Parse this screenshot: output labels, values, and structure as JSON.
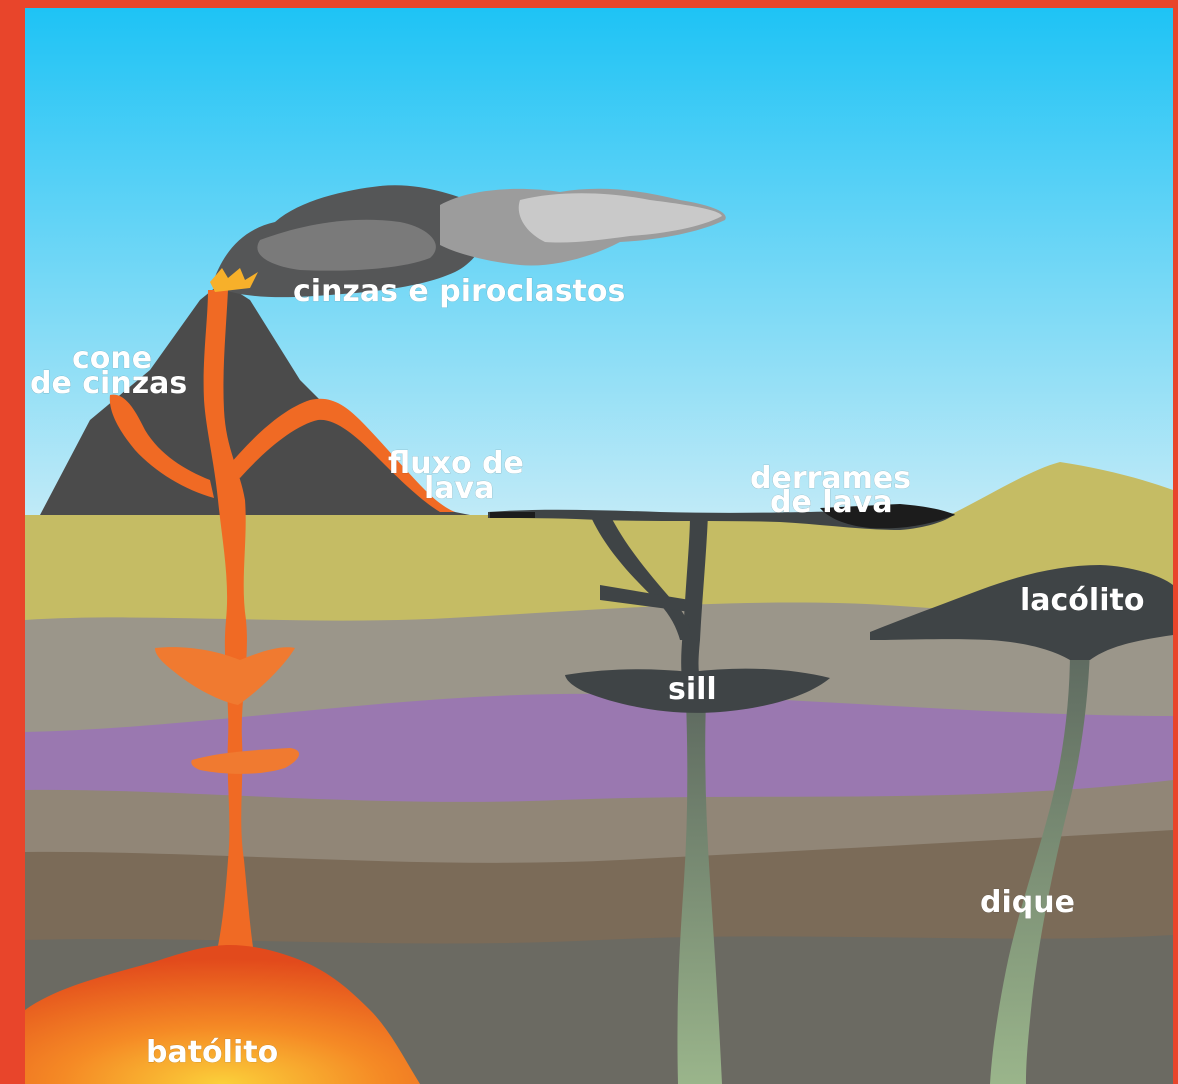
{
  "labels": {
    "ash": "cinzas e piroclastos",
    "cone_line1": "cone",
    "cone_line2": "de cinzas",
    "flow_line1": "fluxo de",
    "flow_line2": "lava",
    "spill_line1": "derrames",
    "spill_line2": "de lava",
    "laccolith": "lacólito",
    "sill": "sill",
    "dike": "dique",
    "batholith": "batólito"
  },
  "colors": {
    "frame": "#e8452b",
    "sky_top": "#1ec3f5",
    "sky_bottom": "#bfe9f6",
    "volcano": "#4a4a4a",
    "magma": "#f06a24",
    "magma_light": "#f7a12a",
    "intrusion_dark": "#3f4446",
    "intrusion_green": "#7f9a78",
    "layer_yellow": "#c5bc64",
    "layer_grey": "#9b968a",
    "layer_purple": "#9a78b0",
    "layer_taupe": "#918677",
    "layer_brown": "#7b6b58",
    "layer_slate": "#6b6a62"
  }
}
